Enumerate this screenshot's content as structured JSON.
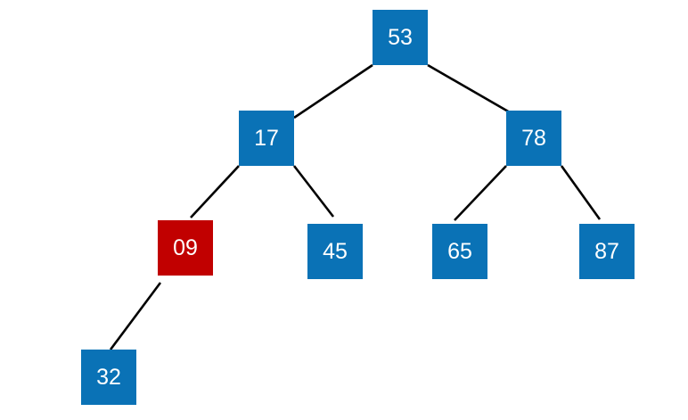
{
  "colors": {
    "node_default": "#0a72b6",
    "node_highlight": "#c10000",
    "node_text": "#ffffff",
    "edge": "#000000"
  },
  "tree": {
    "root": "53",
    "nodes": [
      {
        "id": "53",
        "label": "53",
        "state": "default"
      },
      {
        "id": "17",
        "label": "17",
        "state": "default"
      },
      {
        "id": "78",
        "label": "78",
        "state": "default"
      },
      {
        "id": "09",
        "label": "09",
        "state": "highlighted"
      },
      {
        "id": "45",
        "label": "45",
        "state": "default"
      },
      {
        "id": "65",
        "label": "65",
        "state": "default"
      },
      {
        "id": "87",
        "label": "87",
        "state": "default"
      },
      {
        "id": "32",
        "label": "32",
        "state": "default"
      }
    ],
    "edges": [
      {
        "from": "53",
        "to": "17"
      },
      {
        "from": "53",
        "to": "78"
      },
      {
        "from": "17",
        "to": "09"
      },
      {
        "from": "17",
        "to": "45"
      },
      {
        "from": "78",
        "to": "65"
      },
      {
        "from": "78",
        "to": "87"
      },
      {
        "from": "09",
        "to": "32"
      }
    ]
  }
}
